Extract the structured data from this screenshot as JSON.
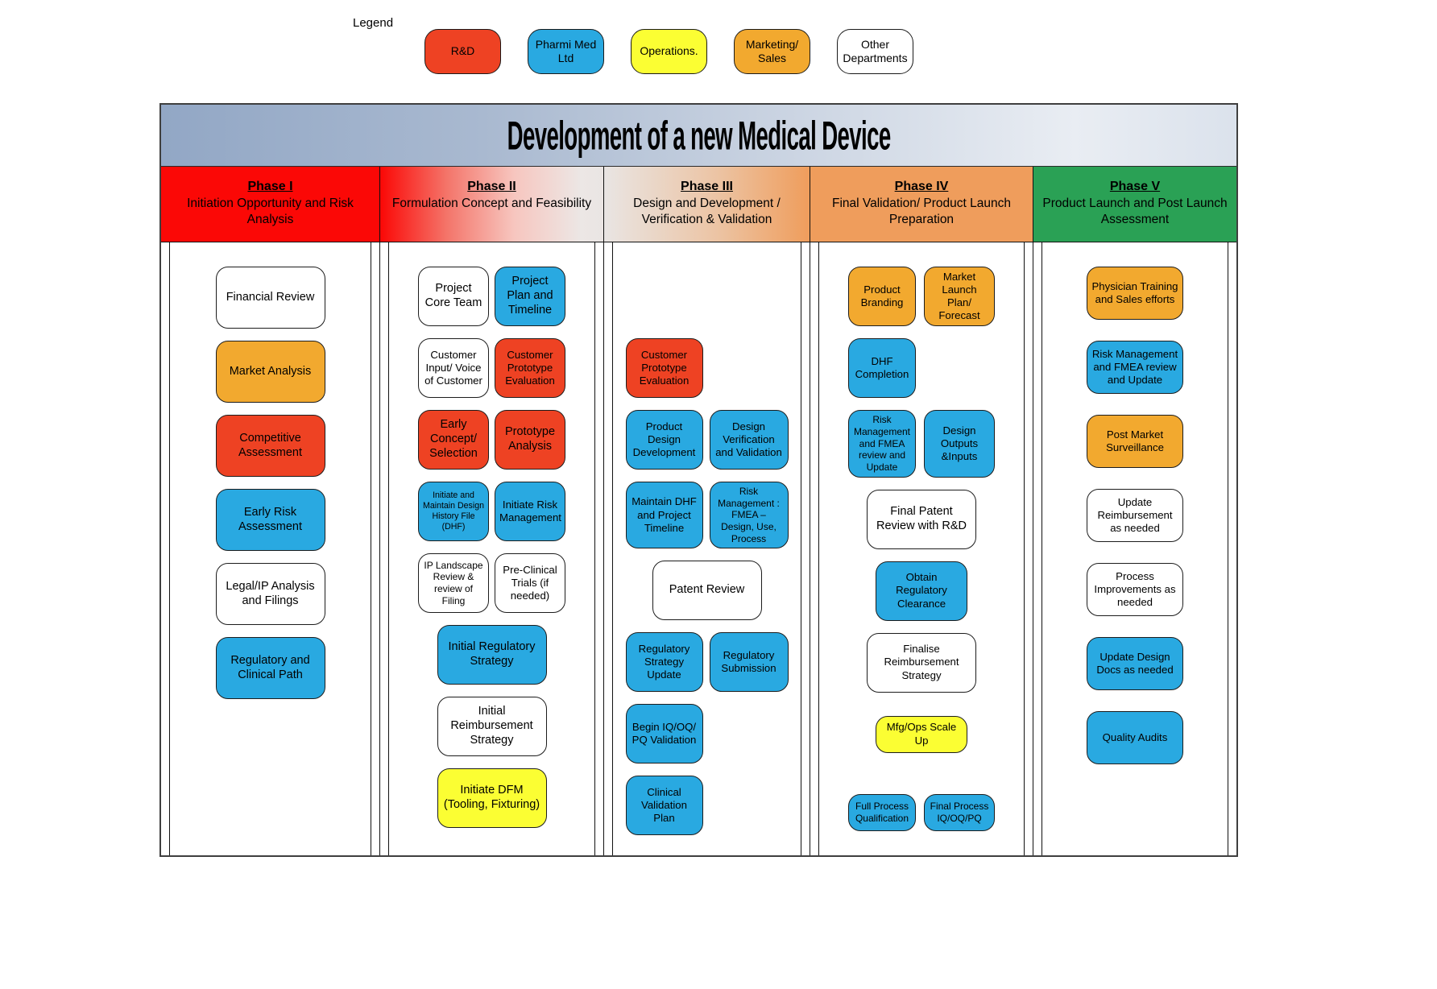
{
  "title": "Development of a new Medical Device",
  "colors": {
    "rd": "#ee4223",
    "pharmi": "#29a9e1",
    "ops": "#fbfe33",
    "mkt": "#f2a92f",
    "other": "#ffffff",
    "phase1_header": "#fb0806",
    "phase4_header": "#ef9d5c",
    "phase5_header": "#2aa155"
  },
  "legend": {
    "label": "Legend",
    "items": [
      {
        "label": "R&D",
        "dept": "rd"
      },
      {
        "label": "Pharmi Med Ltd",
        "dept": "pharmi"
      },
      {
        "label": "Operations.",
        "dept": "ops"
      },
      {
        "label": "Marketing/ Sales",
        "dept": "mkt"
      },
      {
        "label": "Other Departments",
        "dept": "other"
      }
    ]
  },
  "phases": [
    {
      "name": "Phase I",
      "subtitle": "Initiation Opportunity and Risk Analysis",
      "boxes": [
        {
          "label": "Financial Review",
          "dept": "other",
          "size": "l"
        },
        {
          "label": "Market Analysis",
          "dept": "mkt",
          "size": "l"
        },
        {
          "label": "Competitive Assessment",
          "dept": "rd",
          "size": "l"
        },
        {
          "label": "Early Risk Assessment",
          "dept": "pharmi",
          "size": "l"
        },
        {
          "label": "Legal/IP Analysis and Filings",
          "dept": "other",
          "size": "l"
        },
        {
          "label": "Regulatory and Clinical Path",
          "dept": "pharmi",
          "size": "l"
        }
      ]
    },
    {
      "name": "Phase II",
      "subtitle": "Formulation Concept and Feasibility",
      "boxes": [
        {
          "label": "Project Core Team",
          "dept": "other",
          "col": "left",
          "size": "l"
        },
        {
          "label": "Project Plan and Timeline",
          "dept": "pharmi",
          "col": "right",
          "size": "l"
        },
        {
          "label": "Customer Input/ Voice of Customer",
          "dept": "other",
          "col": "left",
          "size": "m"
        },
        {
          "label": "Customer Prototype Evaluation",
          "dept": "rd",
          "col": "right",
          "size": "m"
        },
        {
          "label": "Early Concept/ Selection",
          "dept": "rd",
          "col": "left",
          "size": "l"
        },
        {
          "label": "Prototype Analysis",
          "dept": "rd",
          "col": "right",
          "size": "l"
        },
        {
          "label": "Initiate and Maintain Design History File (DHF)",
          "dept": "pharmi",
          "col": "left",
          "size": "xs"
        },
        {
          "label": "Initiate Risk Management",
          "dept": "pharmi",
          "col": "right",
          "size": "m"
        },
        {
          "label": "IP Landscape Review & review of Filing",
          "dept": "other",
          "col": "left",
          "size": "s"
        },
        {
          "label": "Pre-Clinical Trials (if needed)",
          "dept": "other",
          "col": "right",
          "size": "m"
        },
        {
          "label": "Initial Regulatory Strategy",
          "dept": "pharmi",
          "col": "wide",
          "size": "l"
        },
        {
          "label": "Initial Reimbursement Strategy",
          "dept": "other",
          "col": "wide",
          "size": "l"
        },
        {
          "label": "Initiate DFM (Tooling, Fixturing)",
          "dept": "ops",
          "col": "wide",
          "size": "l"
        }
      ]
    },
    {
      "name": "Phase III",
      "subtitle": "Design and Development / Verification & Validation",
      "boxes": [
        {
          "spacer": true,
          "col": "wide"
        },
        {
          "label": "Customer Prototype Evaluation",
          "dept": "rd",
          "col": "left",
          "size": "m"
        },
        {
          "spacer": true,
          "col": "right"
        },
        {
          "label": "Product Design Development",
          "dept": "pharmi",
          "col": "left",
          "size": "m"
        },
        {
          "label": "Design Verification and Validation",
          "dept": "pharmi",
          "col": "right",
          "size": "m"
        },
        {
          "label": "Maintain DHF and Project Timeline",
          "dept": "pharmi",
          "col": "left",
          "size": "m"
        },
        {
          "label": "Risk Management : FMEA – Design, Use, Process",
          "dept": "pharmi",
          "col": "right",
          "size": "s"
        },
        {
          "label": "Patent Review",
          "dept": "other",
          "col": "wide",
          "size": "l"
        },
        {
          "label": "Regulatory Strategy Update",
          "dept": "pharmi",
          "col": "left",
          "size": "m"
        },
        {
          "label": "Regulatory Submission",
          "dept": "pharmi",
          "col": "right",
          "size": "m"
        },
        {
          "label": "Begin IQ/OQ/ PQ Validation",
          "dept": "pharmi",
          "col": "left",
          "size": "m"
        },
        {
          "spacer": true,
          "col": "right"
        },
        {
          "label": "Clinical Validation Plan",
          "dept": "pharmi",
          "col": "left",
          "size": "m"
        }
      ]
    },
    {
      "name": "Phase IV",
      "subtitle": "Final Validation/ Product Launch Preparation",
      "boxes": [
        {
          "label": "Product Branding",
          "dept": "mkt",
          "col": "left",
          "size": "m"
        },
        {
          "label": "Market Launch Plan/ Forecast",
          "dept": "mkt",
          "col": "right",
          "size": "m"
        },
        {
          "label": "DHF Completion",
          "dept": "pharmi",
          "col": "left",
          "size": "m"
        },
        {
          "spacer": true,
          "col": "right"
        },
        {
          "label": "Risk Management and FMEA review and Update",
          "dept": "pharmi",
          "col": "left",
          "size": "s",
          "break": true
        },
        {
          "label": "Design Outputs &Inputs",
          "dept": "pharmi",
          "col": "right",
          "size": "m"
        },
        {
          "label": "Final Patent Review with R&D",
          "dept": "other",
          "col": "wide",
          "size": "l"
        },
        {
          "label": "Obtain Regulatory Clearance",
          "dept": "pharmi",
          "col": "wide",
          "size": "m",
          "narrow": true
        },
        {
          "label": "Finalise Reimbursement Strategy",
          "dept": "other",
          "col": "wide",
          "size": "m"
        },
        {
          "label": "Mfg/Ops Scale Up",
          "dept": "ops",
          "col": "wide",
          "size": "m",
          "narrow": true,
          "short": true
        },
        {
          "label": "Full Process Qualification",
          "dept": "pharmi",
          "col": "left",
          "size": "s",
          "short": true,
          "gap_before": true
        },
        {
          "label": "Final Process IQ/OQ/PQ",
          "dept": "pharmi",
          "col": "right",
          "size": "s",
          "short": true,
          "gap_before": true
        }
      ]
    },
    {
      "name": "Phase V",
      "subtitle": "Product Launch and Post Launch Assessment",
      "boxes": [
        {
          "label": "Physician Training and Sales efforts",
          "dept": "mkt",
          "size": "m"
        },
        {
          "label": "Risk Management and FMEA review and Update",
          "dept": "pharmi",
          "size": "m"
        },
        {
          "label": "Post Market Surveillance",
          "dept": "mkt",
          "size": "m"
        },
        {
          "label": "Update Reimbursement as needed",
          "dept": "other",
          "size": "m"
        },
        {
          "label": "Process Improvements as needed",
          "dept": "other",
          "size": "m"
        },
        {
          "label": "Update Design Docs as needed",
          "dept": "pharmi",
          "size": "m"
        },
        {
          "label": "Quality Audits",
          "dept": "pharmi",
          "size": "m"
        }
      ]
    }
  ]
}
